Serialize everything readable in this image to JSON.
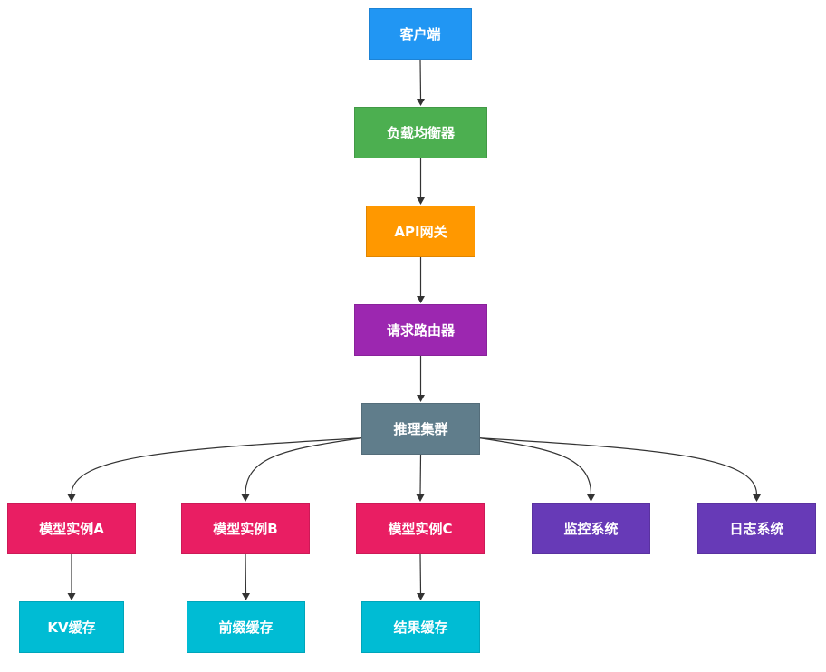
{
  "diagram": {
    "nodes": [
      {
        "id": "client",
        "label": "客户端",
        "color": "#2196F3"
      },
      {
        "id": "lb",
        "label": "负载均衡器",
        "color": "#4CAF50"
      },
      {
        "id": "gateway",
        "label": "API网关",
        "color": "#FF9800"
      },
      {
        "id": "router",
        "label": "请求路由器",
        "color": "#9C27B0"
      },
      {
        "id": "cluster",
        "label": "推理集群",
        "color": "#607D8B"
      },
      {
        "id": "model_a",
        "label": "模型实例A",
        "color": "#E91E63"
      },
      {
        "id": "model_b",
        "label": "模型实例B",
        "color": "#E91E63"
      },
      {
        "id": "model_c",
        "label": "模型实例C",
        "color": "#E91E63"
      },
      {
        "id": "monitor",
        "label": "监控系统",
        "color": "#673AB7"
      },
      {
        "id": "logging",
        "label": "日志系统",
        "color": "#673AB7"
      },
      {
        "id": "kv_cache",
        "label": "KV缓存",
        "color": "#00BCD4"
      },
      {
        "id": "prefix_cache",
        "label": "前缀缓存",
        "color": "#00BCD4"
      },
      {
        "id": "result_cache",
        "label": "结果缓存",
        "color": "#00BCD4"
      }
    ],
    "edges": [
      {
        "from": "client",
        "to": "lb"
      },
      {
        "from": "lb",
        "to": "gateway"
      },
      {
        "from": "gateway",
        "to": "router"
      },
      {
        "from": "router",
        "to": "cluster"
      },
      {
        "from": "cluster",
        "to": "model_a"
      },
      {
        "from": "cluster",
        "to": "model_b"
      },
      {
        "from": "cluster",
        "to": "model_c"
      },
      {
        "from": "cluster",
        "to": "monitor"
      },
      {
        "from": "cluster",
        "to": "logging"
      },
      {
        "from": "model_a",
        "to": "kv_cache"
      },
      {
        "from": "model_b",
        "to": "prefix_cache"
      },
      {
        "from": "model_c",
        "to": "result_cache"
      }
    ]
  }
}
